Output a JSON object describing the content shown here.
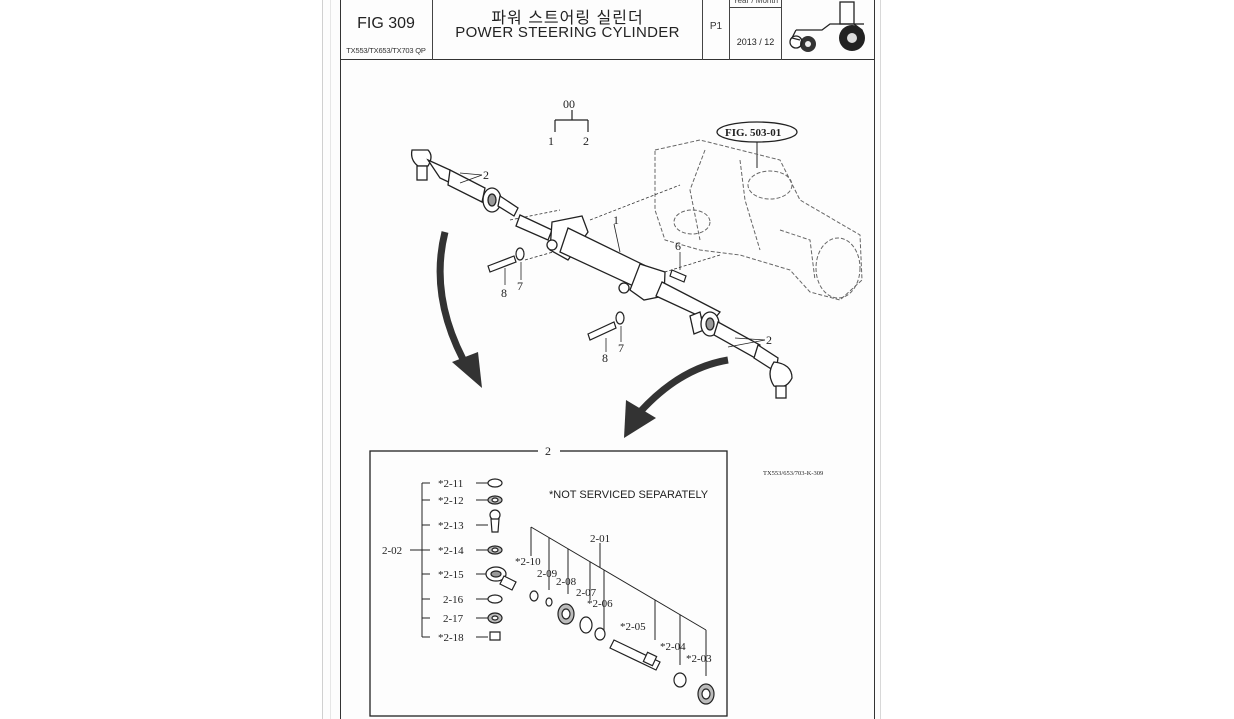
{
  "header": {
    "fig_number": "FIG 309",
    "models": "TX553/TX653/TX703 QP",
    "title_korean": "파워 스트어링 실린더",
    "title_english": "POWER STEERING CYLINDER",
    "page": "P1",
    "date_heading": "Year / Month",
    "date_value": "2013 / 12",
    "logo_icon": "tractor-icon"
  },
  "upper_assembly": {
    "assembly_number": "00",
    "assembly_parts": [
      "1",
      "2"
    ],
    "reference_figure": "FIG. 503-01",
    "labels": {
      "cylinder": "1",
      "tie_rod_left": "2",
      "tie_rod_right": "2",
      "pin": "6",
      "washer_left": "7",
      "bolt_left": "8",
      "washer_right": "7",
      "bolt_right": "8"
    }
  },
  "drawing_code": "TX553/653/703-K-309",
  "detail": {
    "heading": "2",
    "note": "*NOT SERVICED SEPARATELY",
    "group_label": "2-02",
    "group_parts": [
      "*2-11",
      "*2-12",
      "*2-13",
      "*2-14",
      "*2-15",
      "2-16",
      "2-17",
      "*2-18"
    ],
    "rod_assembly_label": "2-01",
    "rod_parts": [
      "*2-10",
      "2-09",
      "2-08",
      "2-07",
      "*2-06",
      "*2-05",
      "*2-04",
      "*2-03"
    ]
  }
}
